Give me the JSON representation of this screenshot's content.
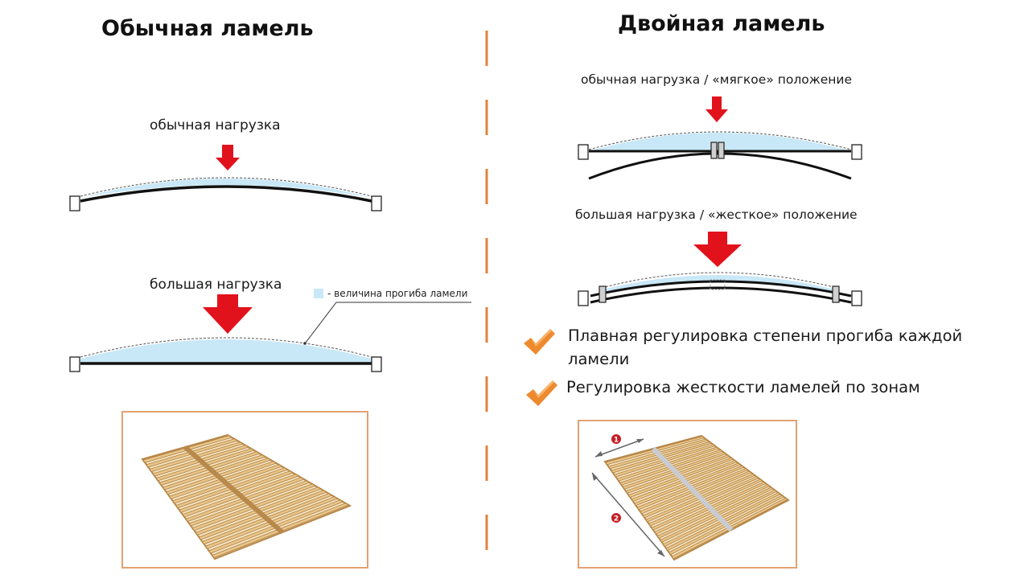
{
  "left": {
    "title": "Обычная ламель",
    "normal_label": "обычная нагрузка",
    "heavy_label": "большая нагрузка",
    "legend_text": "- величина прогиба ламели"
  },
  "right": {
    "title": "Двойная ламель",
    "soft_label": "обычная нагрузка / «мягкое» положение",
    "hard_label": "большая нагрузка / «жесткое» положение",
    "features": [
      "Плавная регулировка степени прогиба каждой ламели",
      "Регулировка жесткости ламелей по зонам"
    ],
    "frame_markers": [
      "1",
      "2"
    ]
  },
  "colors": {
    "arrow": "#e2121c",
    "deflection_fill": "#c9e8f7",
    "divider": "#e0823e",
    "frame_border": "#e3a172",
    "check": "#ee8a2e",
    "marker": "#c81e26",
    "wood": "#e8c58a"
  },
  "icons": [
    "red-arrow-icon",
    "check-icon"
  ]
}
